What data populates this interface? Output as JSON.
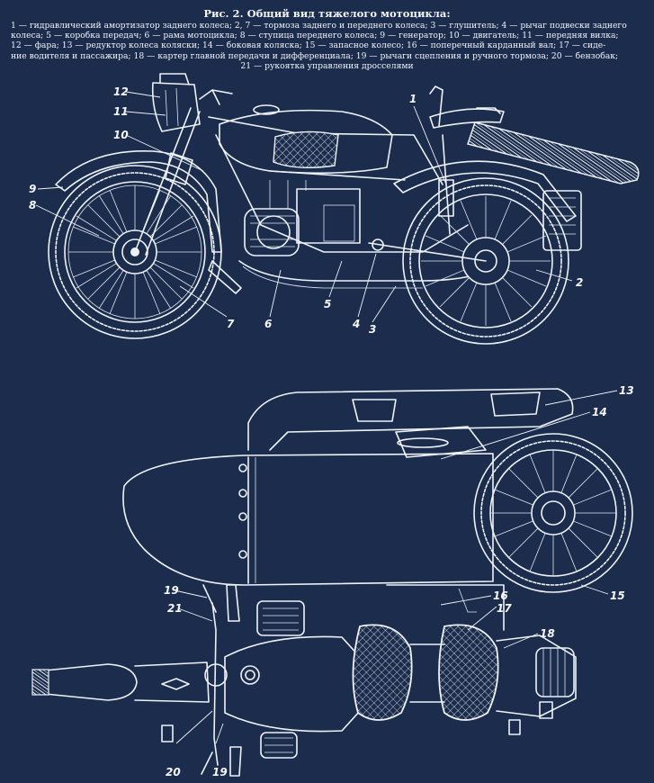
{
  "caption": {
    "title": "Рис. 2. Общий вид тяжелого мотоцикла:",
    "lines": [
      "1 — гидравлический амортизатор заднего колеса; 2, 7 — тормоза заднего и переднего колеса; 3 — глушитель; 4 — рычаг подвески заднего",
      "колеса; 5 — коробка передач; 6 — рама мотоцикла; 8 — ступица переднего колеса; 9 — генератор; 10 — двигатель; 11 — передняя вилка;",
      "12 — фара; 13 — редуктор колеса коляски; 14 — боковая коляска; 15 — запасное колесо; 16 — поперечный карданный вал; 17 — сиде-",
      "ние водителя и пассажира; 18 — картер главной передачи и дифференциала; 19 — рычаги сцепления и ручного тормоза; 20 — бензобак;"
    ],
    "last_line": "21 — рукоятка управления дросселями"
  },
  "callouts": {
    "c1": "1",
    "c2": "2",
    "c3": "3",
    "c4": "4",
    "c5": "5",
    "c6": "6",
    "c7": "7",
    "c8": "8",
    "c9": "9",
    "c10": "10",
    "c11": "11",
    "c12": "12",
    "c13": "13",
    "c14": "14",
    "c15": "15",
    "c16": "16",
    "c17": "17",
    "c18": "18",
    "c19a": "19",
    "c19b": "19",
    "c20": "20",
    "c21": "21"
  },
  "colors": {
    "background": "#1b2c4c",
    "ink": "#eef2f8"
  }
}
